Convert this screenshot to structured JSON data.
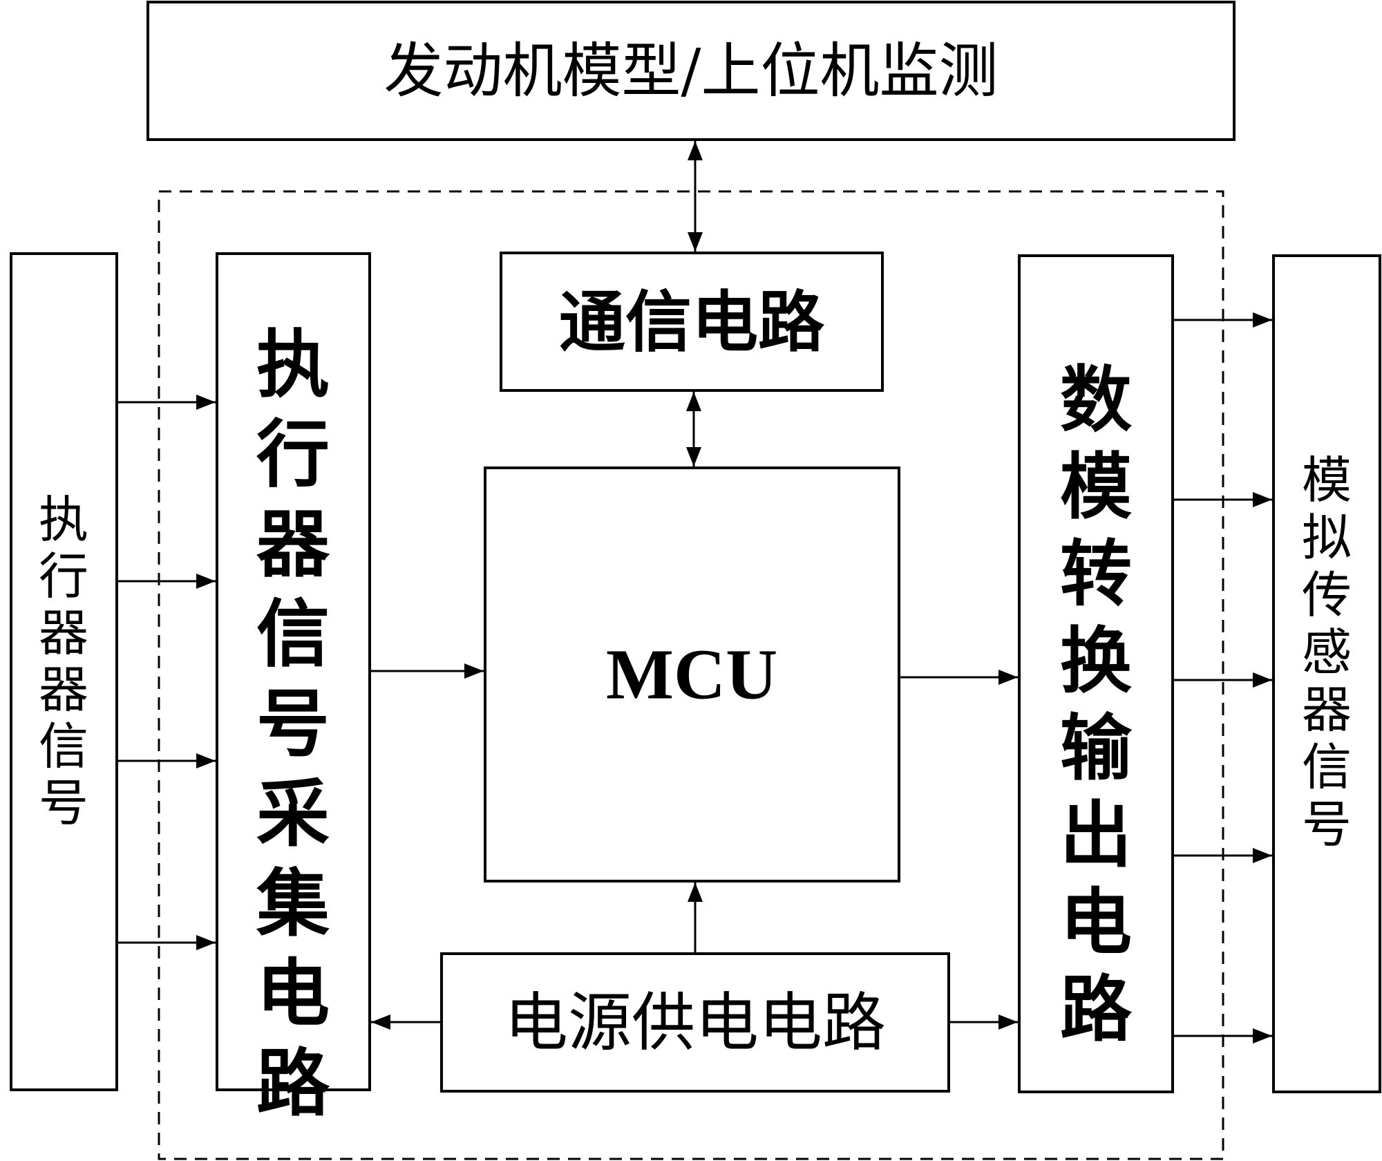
{
  "blocks": {
    "top": "发动机模型/上位机监测",
    "comm": "通信电路",
    "mcu": "MCU",
    "power": "电源供电电路",
    "actuator_input": "执行器器信号",
    "actuator_collect": "执行器信号采集电路",
    "dac_output": "数模转换输出电路",
    "sensor_output": "模拟传感器信号"
  }
}
